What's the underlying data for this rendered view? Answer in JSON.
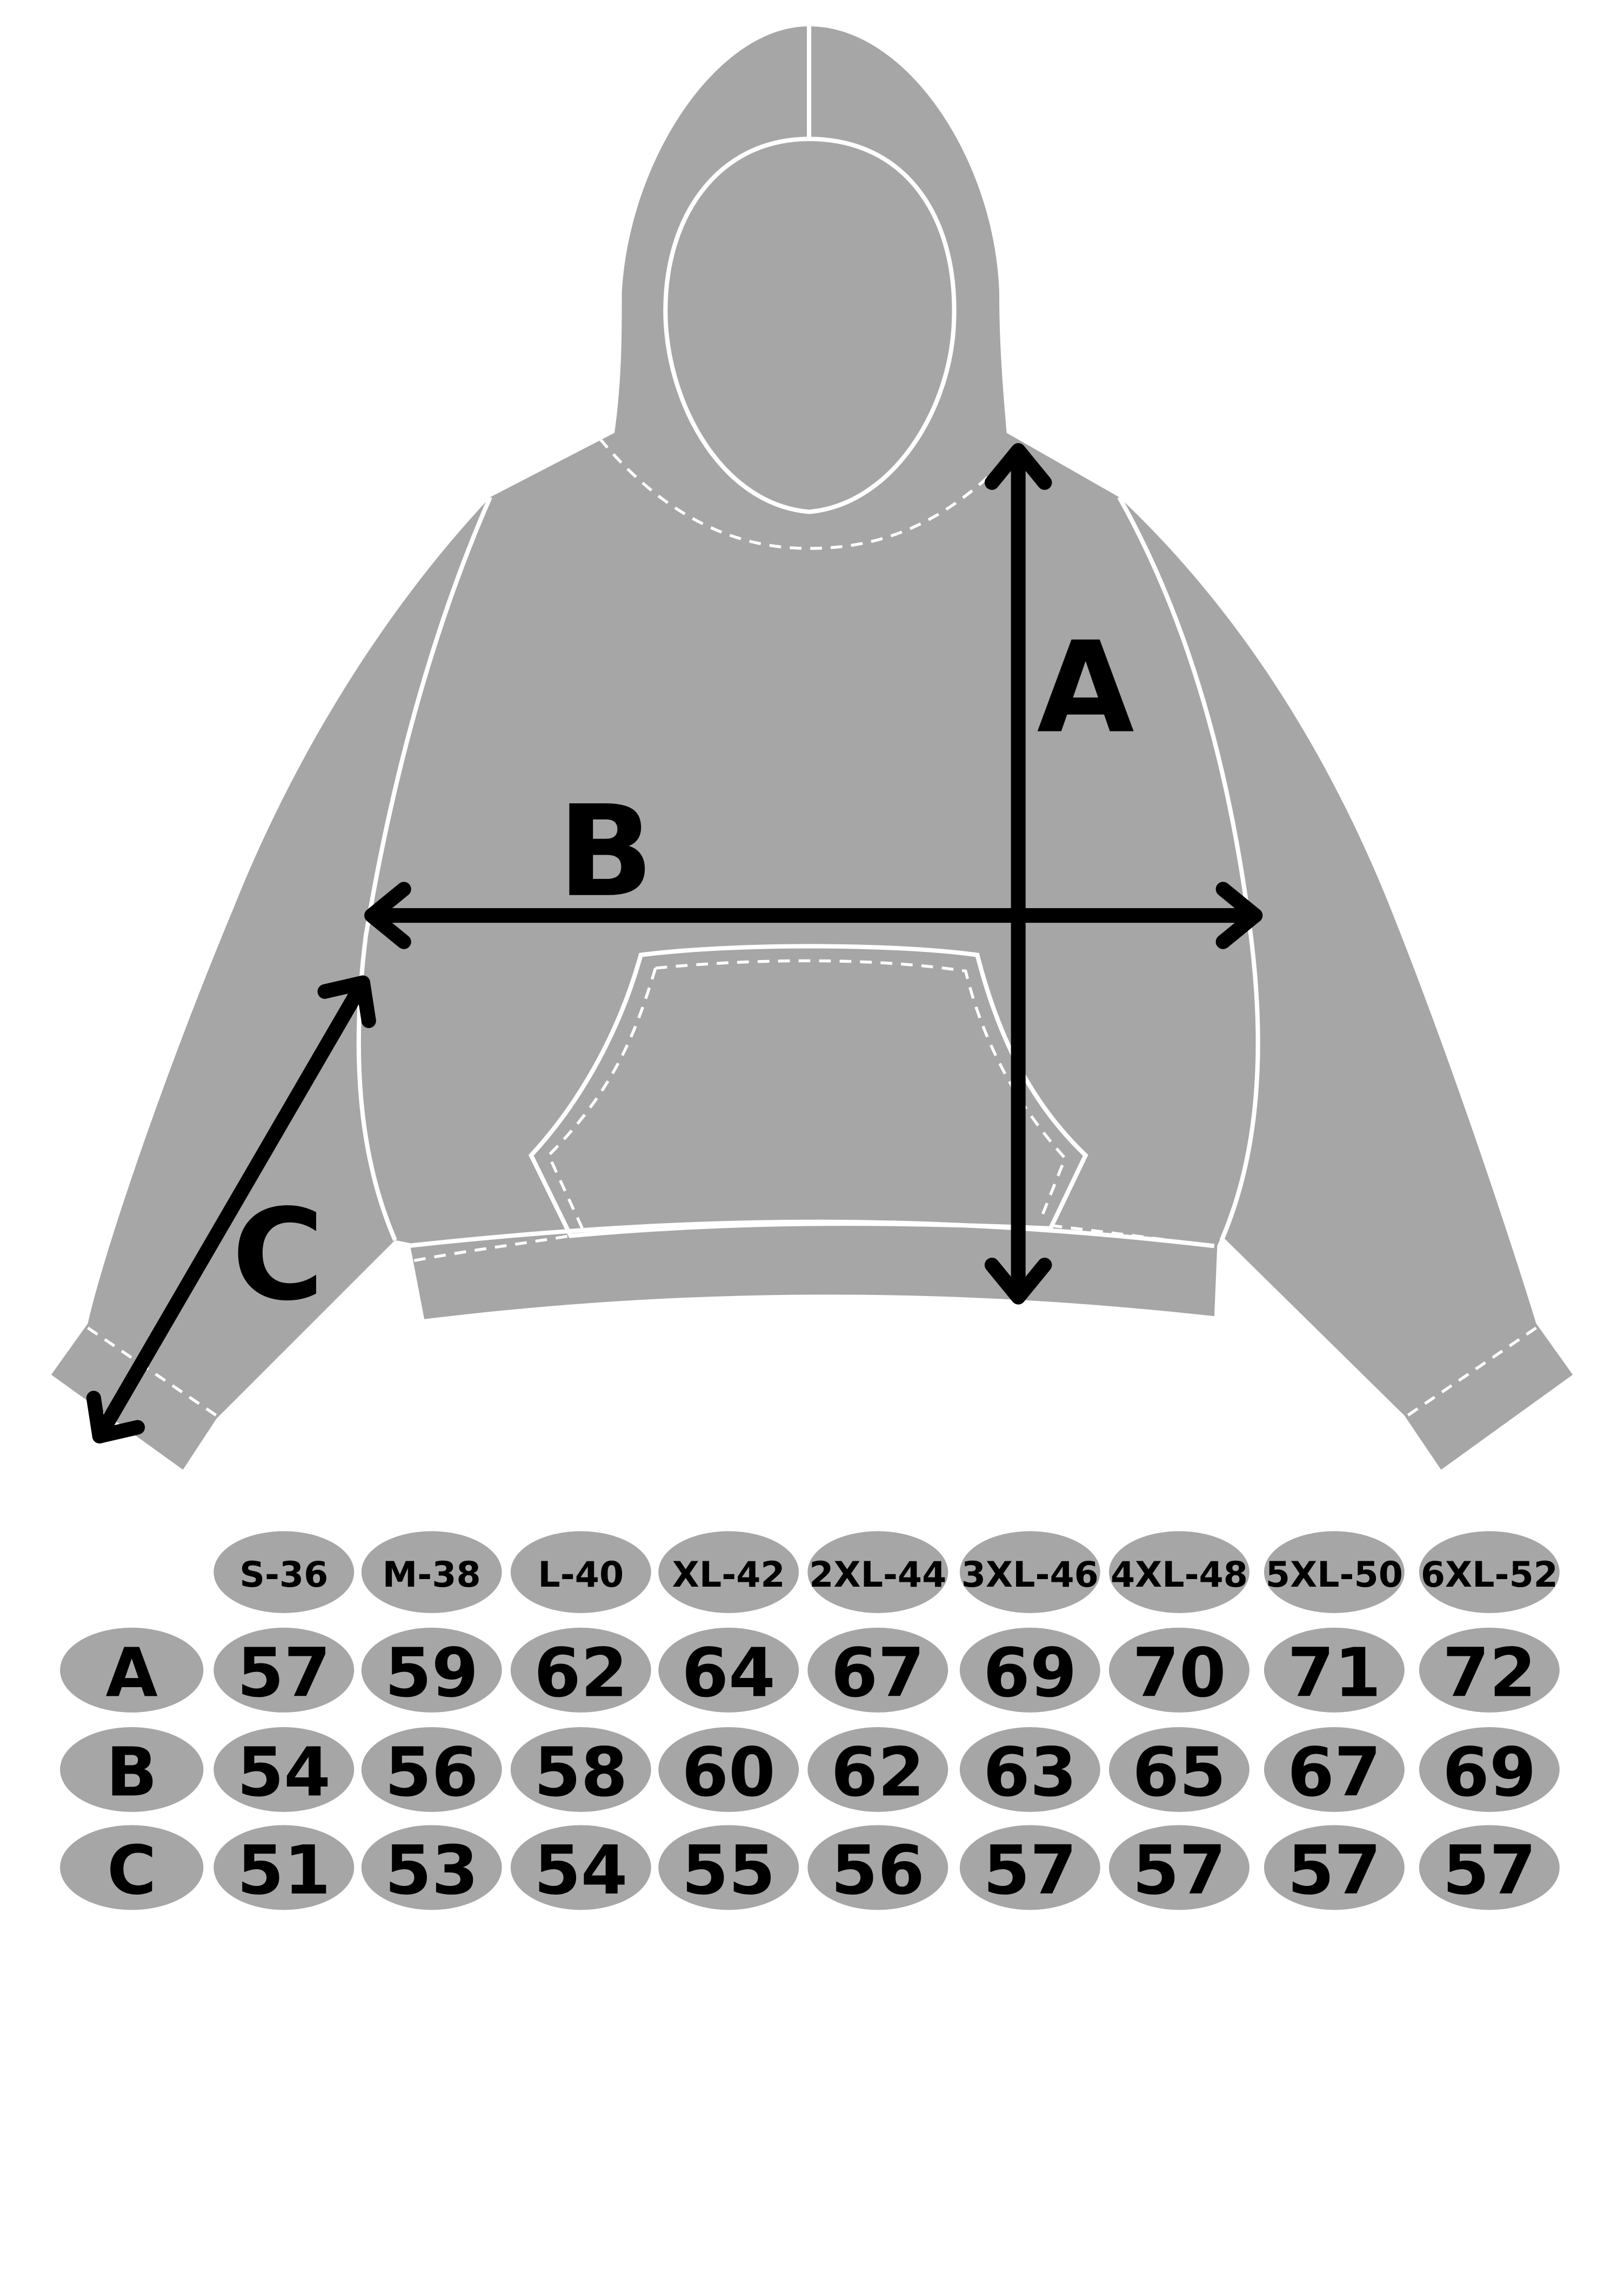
{
  "diagram": {
    "labels": {
      "a": "A",
      "b": "B",
      "c": "C"
    },
    "colors": {
      "garment": "#a6a6a6",
      "seam": "#ffffff",
      "arrow": "#000000"
    }
  },
  "size_table": {
    "sizes": [
      "S-36",
      "M-38",
      "L-40",
      "XL-42",
      "2XL-44",
      "3XL-46",
      "4XL-48",
      "5XL-50",
      "6XL-52"
    ],
    "rows": [
      {
        "label": "A",
        "values": [
          "57",
          "59",
          "62",
          "64",
          "67",
          "69",
          "70",
          "71",
          "72"
        ]
      },
      {
        "label": "B",
        "values": [
          "54",
          "56",
          "58",
          "60",
          "62",
          "63",
          "65",
          "67",
          "69"
        ]
      },
      {
        "label": "C",
        "values": [
          "51",
          "53",
          "54",
          "55",
          "56",
          "57",
          "57",
          "57",
          "57"
        ]
      }
    ]
  }
}
